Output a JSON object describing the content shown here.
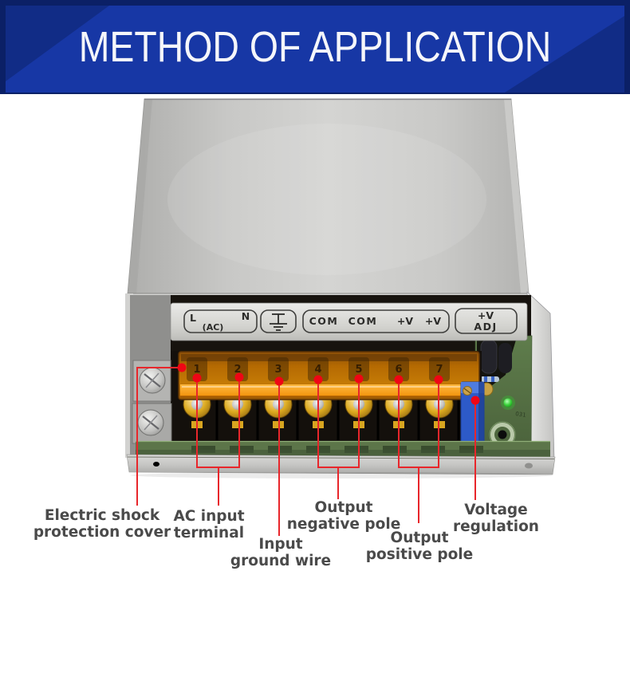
{
  "banner": {
    "title": "METHOD OF APPLICATION"
  },
  "device": {
    "terminal_strip": {
      "ac_box": {
        "l": "L",
        "ac": "(AC)",
        "n": "N"
      },
      "output_box": {
        "com1": "COM",
        "com2": "COM",
        "v1": "+V",
        "v2": "+V"
      },
      "adj_box": {
        "line1": "+V",
        "line2": "ADJ"
      }
    },
    "terminals": [
      "1",
      "2",
      "3",
      "4",
      "5",
      "6",
      "7"
    ],
    "pcb": {
      "silkscreen": "031"
    }
  },
  "annotations": {
    "electric_shock": {
      "line1": "Electric shock",
      "line2": "protection cover"
    },
    "ac_input": {
      "line1": "AC input",
      "line2": "terminal"
    },
    "input_ground": {
      "line1": "Input",
      "line2": "ground wire"
    },
    "output_negative": {
      "line1": "Output",
      "line2": "negative pole"
    },
    "output_positive": {
      "line1": "Output",
      "line2": "positive pole"
    },
    "voltage_regulation": {
      "line1": "Voltage",
      "line2": "regulation"
    }
  },
  "colors": {
    "banner_blue": "#1737a5",
    "banner_dark": "#0b2066",
    "banner_diagonal": "#112c86",
    "annotation_red": "#e8262b",
    "label_text": "#4a4a4a",
    "cover_orange": "#c47a06",
    "pot_blue": "#2f5fd0",
    "pcb_green": "#5c7549"
  }
}
